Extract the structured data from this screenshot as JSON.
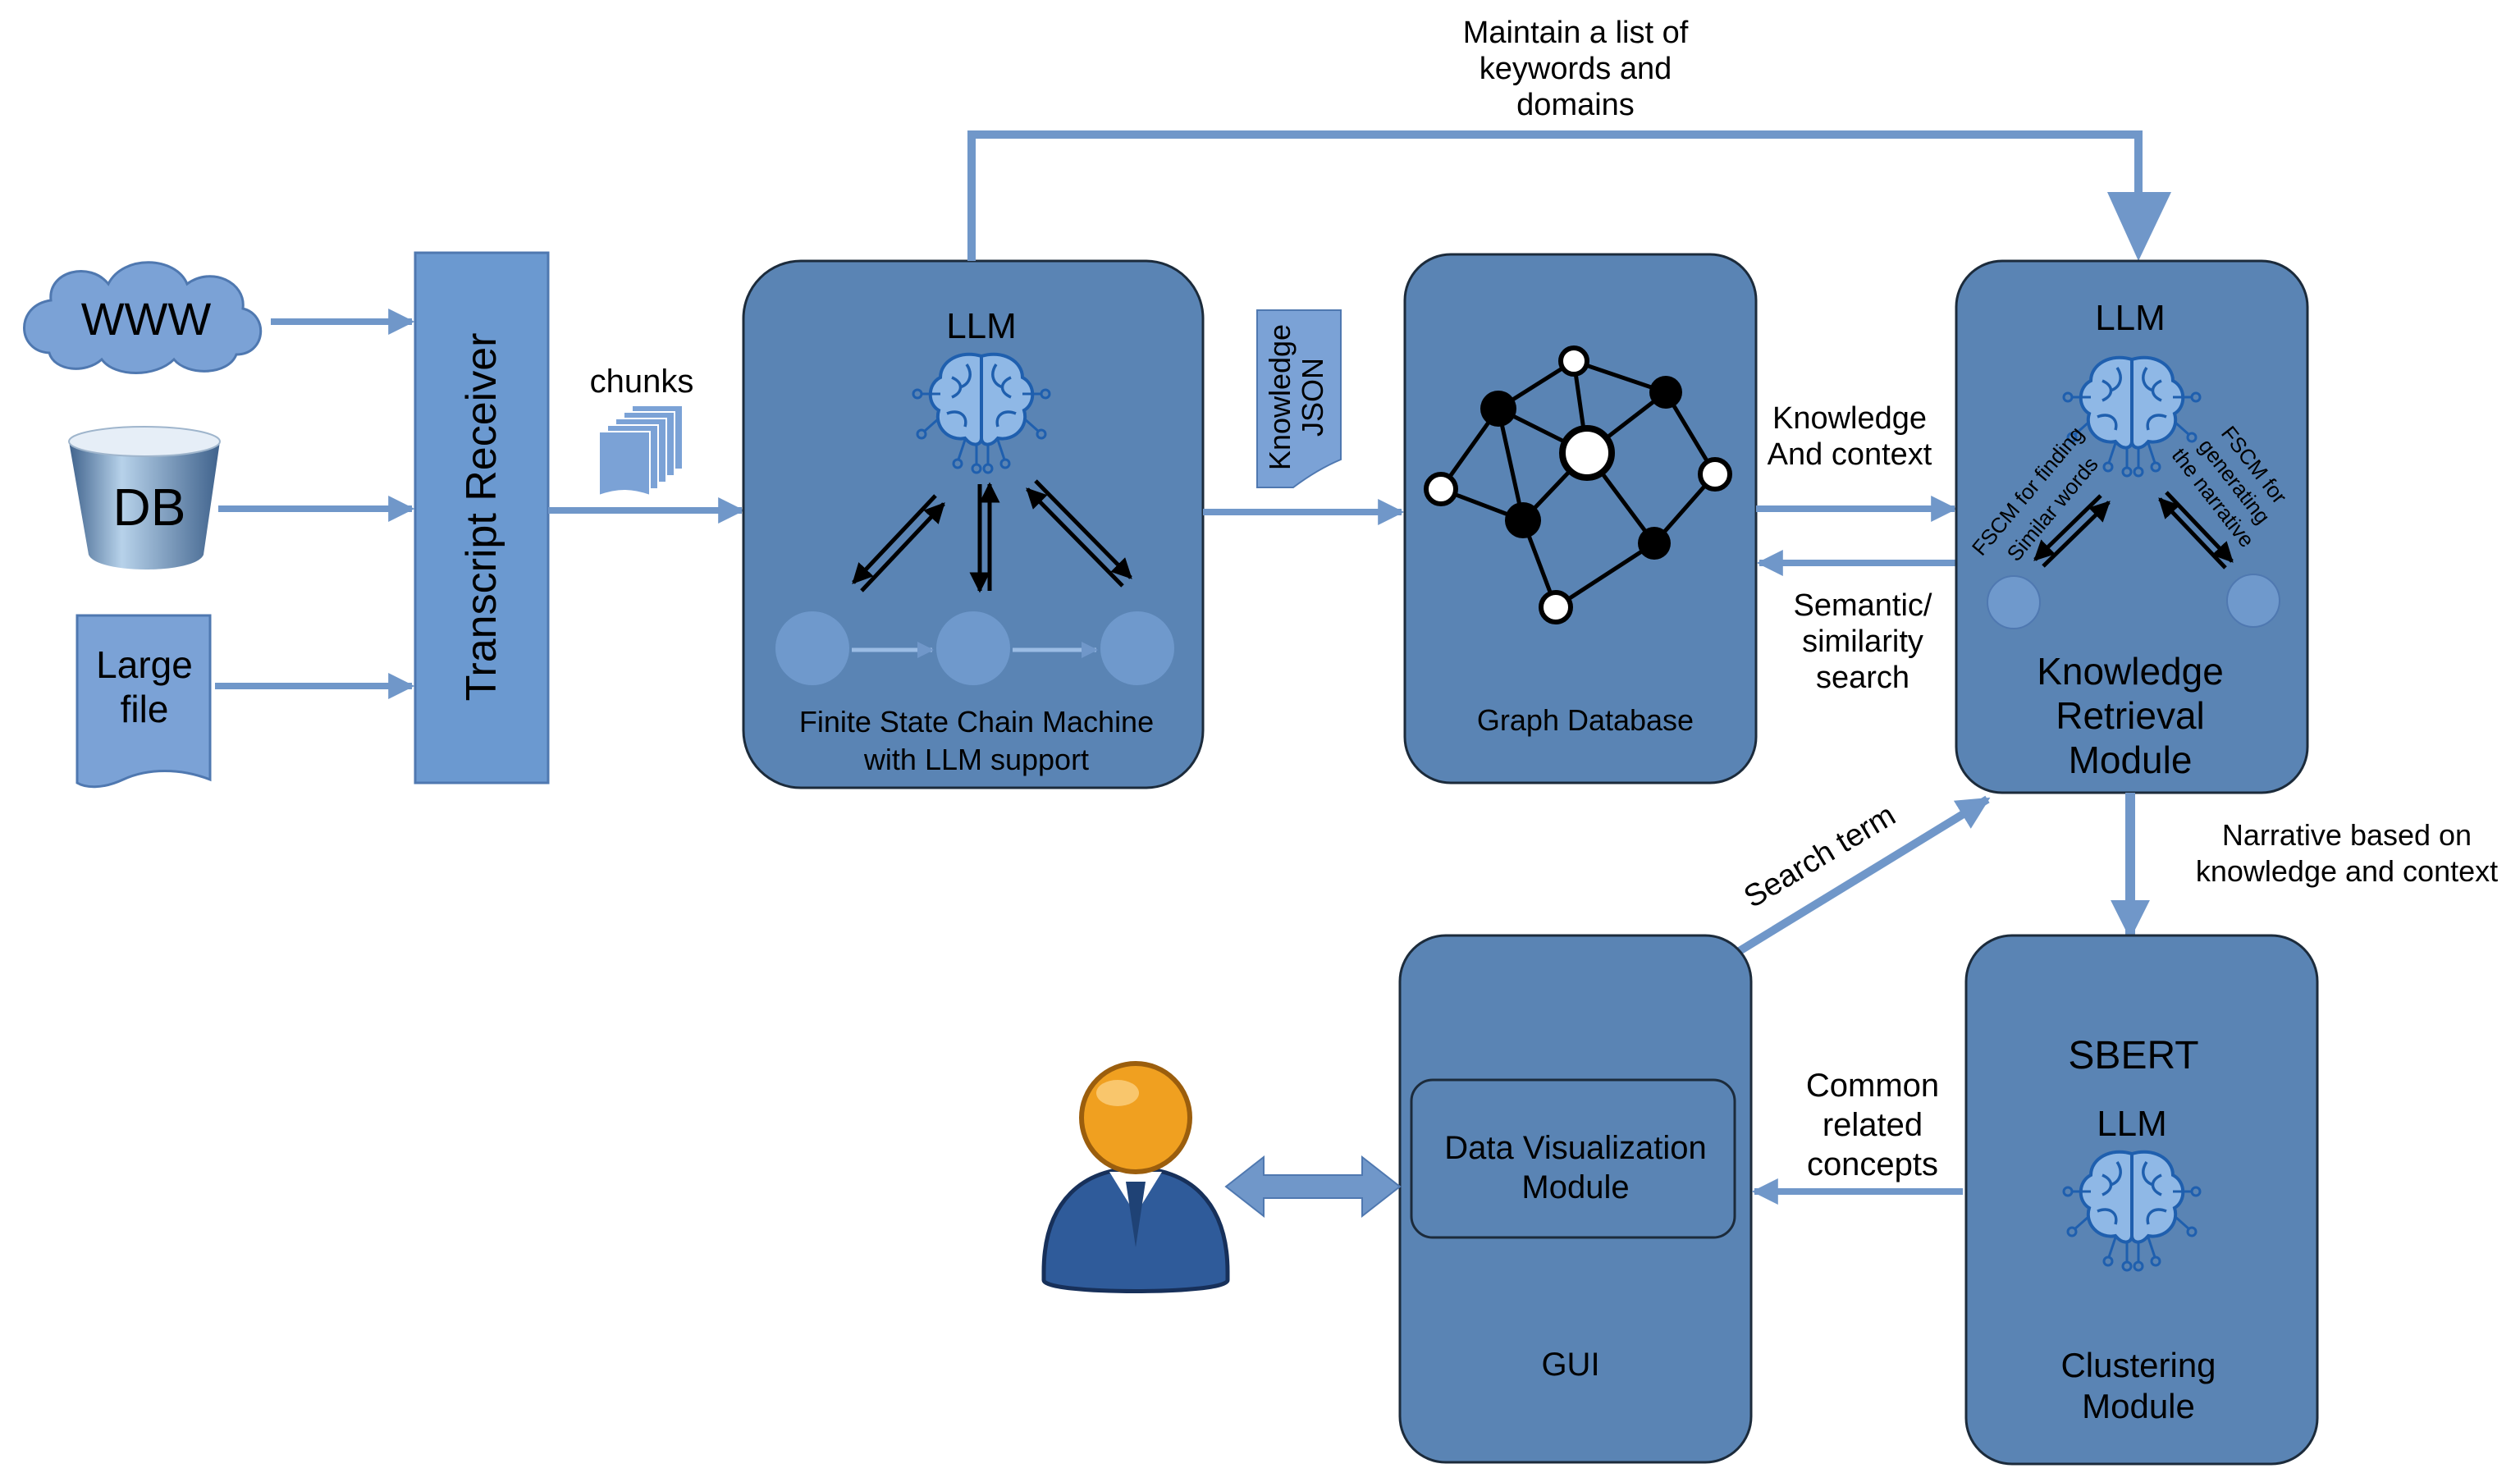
{
  "sources": {
    "www": "WWW",
    "db": "DB",
    "large_file_line1": "Large",
    "large_file_line2": "file"
  },
  "transcript_receiver": "Transcript Receiver",
  "chunks_label": "chunks",
  "fscm": {
    "llm": "LLM",
    "caption_line1": "Finite State Chain Machine",
    "caption_line2": "with LLM support"
  },
  "knowledge_json": {
    "line1": "Knowledge",
    "line2": "JSON"
  },
  "graph_db": {
    "caption": "Graph Database"
  },
  "top_arrow_label": {
    "line1": "Maintain a list of",
    "line2": "keywords and",
    "line3": "domains"
  },
  "knowledge_context_label": {
    "line1": "Knowledge",
    "line2": "And context"
  },
  "semantic_label": {
    "line1": "Semantic/",
    "line2": "similarity",
    "line3": "search"
  },
  "krm": {
    "llm": "LLM",
    "left_fscm_line1": "FSCM for finding",
    "left_fscm_line2": "Similar words",
    "right_fscm_line1": "FSCM for",
    "right_fscm_line2": "generating",
    "right_fscm_line3": "the narrative",
    "caption_line1": "Knowledge",
    "caption_line2": "Retrieval",
    "caption_line3": "Module"
  },
  "search_term_label": "Search term",
  "narrative_label": {
    "line1": "Narrative based on",
    "line2": "knowledge and context"
  },
  "gui": {
    "inner_line1": "Data Visualization",
    "inner_line2": "Module",
    "caption": "GUI"
  },
  "common_label": {
    "line1": "Common",
    "line2": "related",
    "line3": "concepts"
  },
  "clustering": {
    "sbert": "SBERT",
    "llm": "LLM",
    "caption_line1": "Clustering",
    "caption_line2": "Module"
  },
  "colors": {
    "box_fill": "#5a84b4",
    "box_stroke": "#1c2b3b",
    "arrow": "#7097c9",
    "light_shape": "#7ba2d6",
    "user_head": "#f0a020",
    "user_body": "#2f5b9a"
  }
}
